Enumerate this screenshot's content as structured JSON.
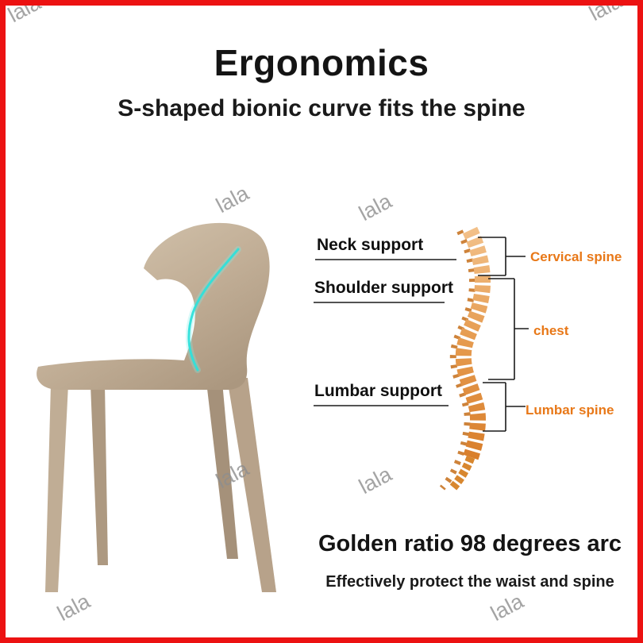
{
  "watermark": {
    "text": "lala"
  },
  "header": {
    "title": "Ergonomics",
    "subtitle": "S-shaped bionic curve fits the spine"
  },
  "annotations": {
    "neck": "Neck support",
    "shoulder": "Shoulder support",
    "lumbar": "Lumbar support",
    "cervical": "Cervical spine",
    "chest": "chest",
    "lumbar_spine": "Lumbar spine"
  },
  "footer": {
    "headline": "Golden ratio 98 degrees arc",
    "subheadline": "Effectively protect the waist and spine"
  },
  "colors": {
    "frame_red": "#ec1212",
    "accent_orange": "#e87818",
    "chair_beige": "#c0ad95",
    "curve_cyan": "#2fe0da",
    "text_black": "#141414",
    "watermark_gray": "#8e8e8e"
  }
}
